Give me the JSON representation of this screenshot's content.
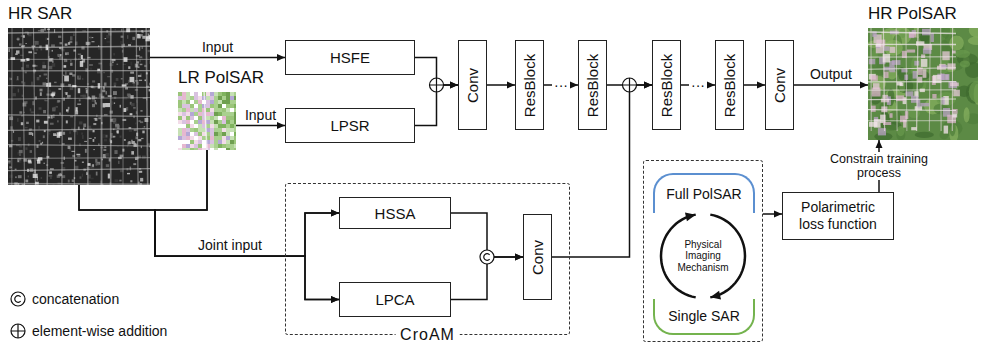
{
  "diagram": {
    "nodes": [
      {
        "text": [
          "HR SAR"
        ]
      },
      {
        "text": [
          "HSFE"
        ]
      },
      {
        "text": [
          "LR PolSAR"
        ]
      },
      {
        "text": [
          "LPSR"
        ]
      },
      {
        "text": [
          "Conv"
        ]
      },
      {
        "text": [
          "ResBlock"
        ]
      },
      {
        "text": [
          "ResBlock"
        ]
      },
      {
        "text": [
          "ResBlock"
        ]
      },
      {
        "text": [
          "ResBlock"
        ]
      },
      {
        "text": [
          "Conv"
        ]
      },
      {
        "text": [
          "HR PolSAR"
        ]
      },
      {
        "text": [
          "CroAM"
        ]
      },
      {
        "text": [
          "HSSA"
        ],
        "in": 11
      },
      {
        "text": [
          "LPCA"
        ],
        "in": 11
      },
      {
        "text": [
          "Conv"
        ],
        "in": 11
      },
      {
        "text": [
          "Physical Imaging Mechanism"
        ]
      },
      {
        "text": [
          "Full PolSAR"
        ],
        "in": 15
      },
      {
        "text": [
          "Single SAR"
        ],
        "in": 15
      },
      {
        "text": [
          "Polarimetric loss function"
        ]
      }
    ],
    "edges": [
      {
        "from": 0,
        "to": 1,
        "label": "Input",
        "arrow": "to"
      },
      {
        "from": 2,
        "to": 3,
        "label": "Input",
        "arrow": "to"
      },
      {
        "from": 1,
        "to": 4,
        "arrow": "to"
      },
      {
        "from": 3,
        "to": 4,
        "arrow": "to"
      },
      {
        "from": 4,
        "to": 5,
        "arrow": "to"
      },
      {
        "from": 5,
        "to": 6,
        "label": "···",
        "arrow": "to"
      },
      {
        "from": 6,
        "to": 7,
        "arrow": "to"
      },
      {
        "from": 14,
        "to": 7,
        "arrow": "to"
      },
      {
        "from": 7,
        "to": 8,
        "label": "···",
        "arrow": "to"
      },
      {
        "from": 8,
        "to": 9,
        "arrow": "to"
      },
      {
        "from": 9,
        "to": 10,
        "label": "Output",
        "arrow": "to"
      },
      {
        "from": 0,
        "to": 12,
        "label": "Joint input",
        "arrow": "to"
      },
      {
        "from": 0,
        "to": 13,
        "arrow": "to"
      },
      {
        "from": 2,
        "to": 12,
        "arrow": "to"
      },
      {
        "from": 2,
        "to": 13,
        "arrow": "to"
      },
      {
        "from": 12,
        "to": 14,
        "arrow": "to"
      },
      {
        "from": 13,
        "to": 14,
        "arrow": "to"
      },
      {
        "from": 16,
        "to": 17,
        "arrow": "to"
      },
      {
        "from": 17,
        "to": 16,
        "arrow": "to"
      },
      {
        "from": 15,
        "to": 18,
        "arrow": "to"
      },
      {
        "from": 18,
        "to": 10,
        "label": "Constrain training process",
        "arrow": "to"
      }
    ],
    "legend": [
      {
        "text": "concatenation"
      },
      {
        "text": "element-wise addition"
      }
    ]
  }
}
